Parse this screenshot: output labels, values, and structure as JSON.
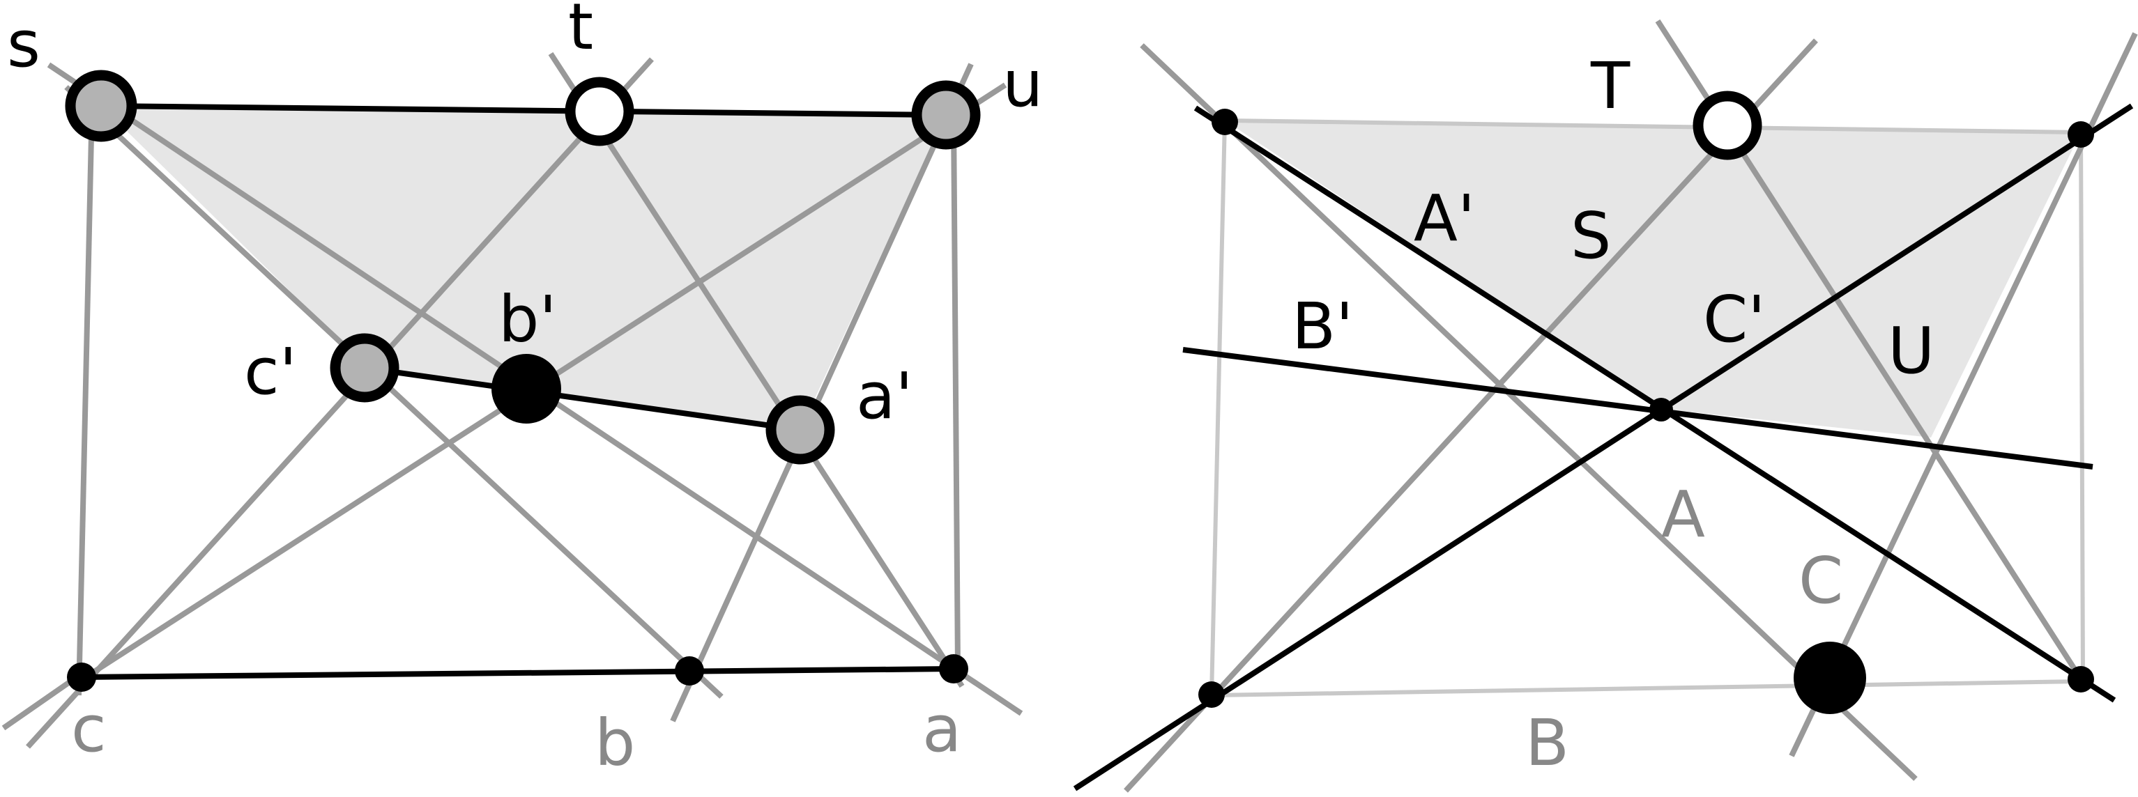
{
  "colors": {
    "black": "#000000",
    "gray_line": "#999999",
    "light_line": "#c8c8c8",
    "fill": "#e6e6e6",
    "point_gray": "#b3b3b3",
    "label_gray": "#888888"
  },
  "left_figure": {
    "labels": {
      "s": "s",
      "t": "t",
      "u": "u",
      "a_prime": "a'",
      "b_prime": "b'",
      "c_prime": "c'",
      "a": "a",
      "b": "b",
      "c": "c"
    }
  },
  "right_figure": {
    "labels": {
      "T": "T",
      "S": "S",
      "U": "U",
      "A_prime": "A'",
      "B_prime": "B'",
      "C_prime": "C'",
      "A": "A",
      "B": "B",
      "C": "C"
    }
  }
}
